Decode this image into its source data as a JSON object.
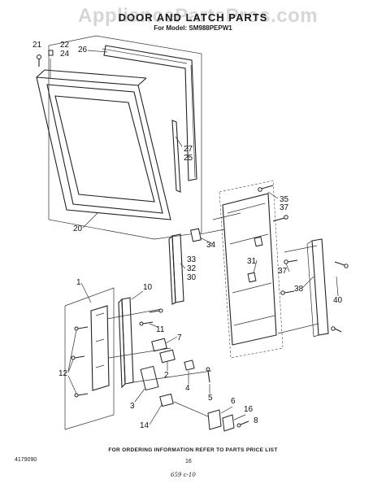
{
  "header": {
    "watermark": "AppliancePartsPros.com",
    "title": "DOOR AND LATCH PARTS",
    "model": "For Model: SM988PEPW1"
  },
  "footer": {
    "ordering_note": "FOR ORDERING INFORMATION REFER TO PARTS PRICE LIST",
    "doc_number": "4179090",
    "page_number": "16",
    "handwritten_note": "659 c-10"
  },
  "callouts": [
    "21",
    "22",
    "24",
    "26",
    "27",
    "25",
    "20",
    "35",
    "37",
    "34",
    "31",
    "33",
    "32",
    "30",
    "37",
    "38",
    "40",
    "1",
    "10",
    "11",
    "7",
    "12",
    "2",
    "4",
    "5",
    "3",
    "6",
    "16",
    "8",
    "14"
  ]
}
